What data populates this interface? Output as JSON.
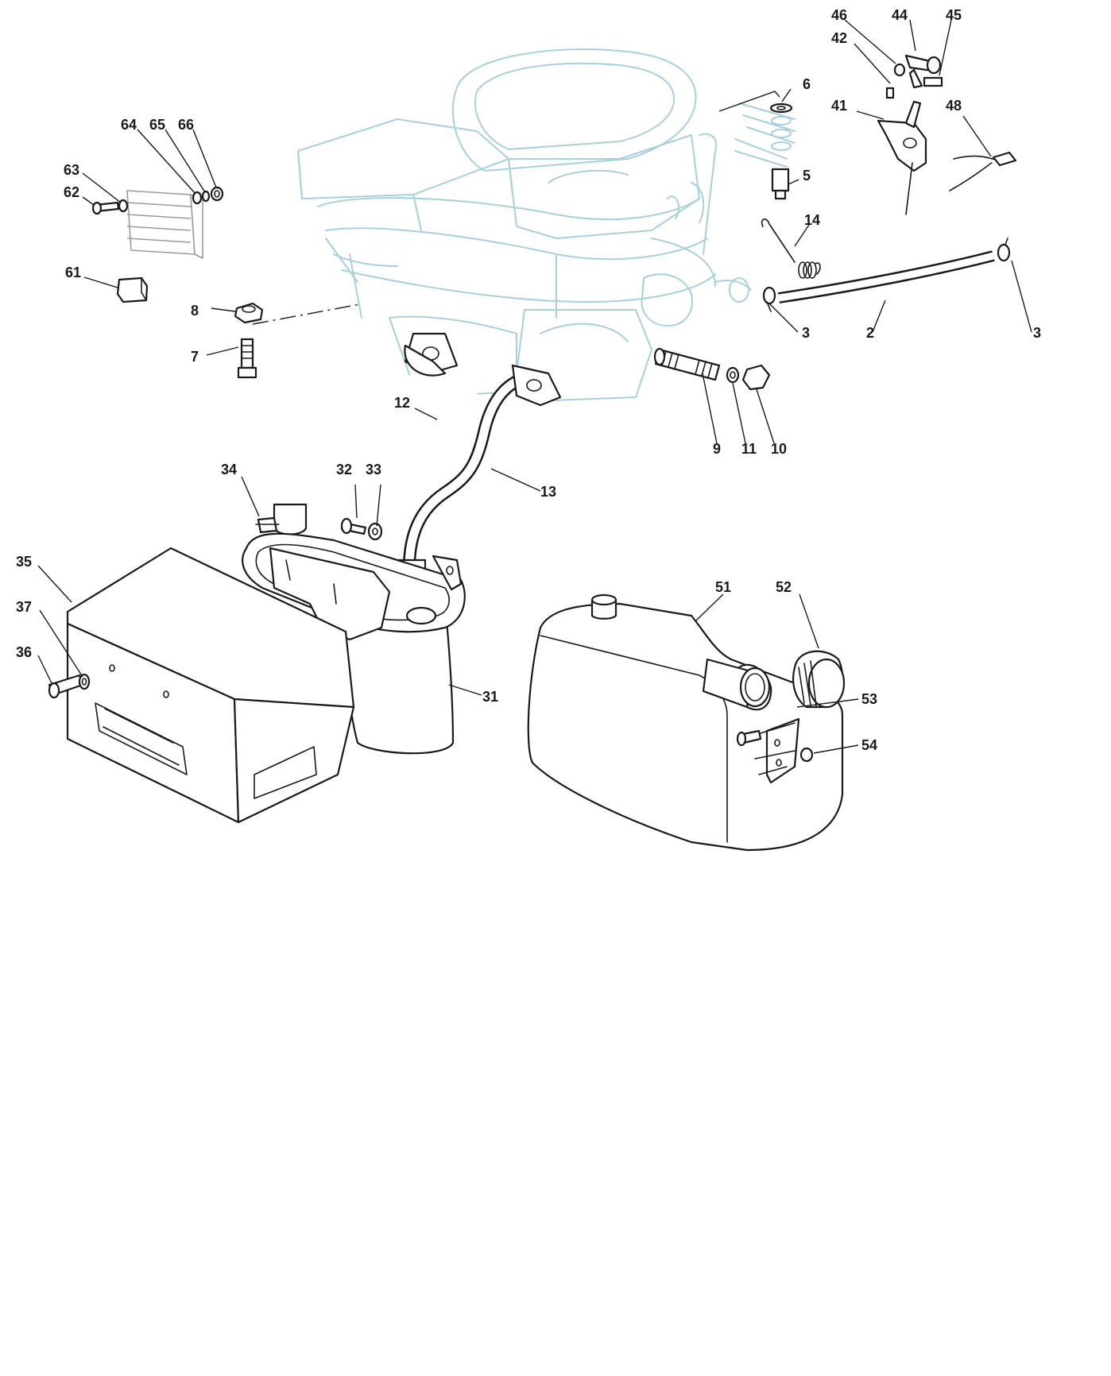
{
  "diagram": {
    "callouts": {
      "c2": "2",
      "c3a": "3",
      "c3b": "3",
      "c5": "5",
      "c6": "6",
      "c7": "7",
      "c8": "8",
      "c9": "9",
      "c10": "10",
      "c11": "11",
      "c12": "12",
      "c13": "13",
      "c14": "14",
      "c31": "31",
      "c32": "32",
      "c33": "33",
      "c34": "34",
      "c35": "35",
      "c36": "36",
      "c37": "37",
      "c41": "41",
      "c42": "42",
      "c44": "44",
      "c45": "45",
      "c46": "46",
      "c48": "48",
      "c51": "51",
      "c52": "52",
      "c53": "53",
      "c54": "54",
      "c61": "61",
      "c62": "62",
      "c63": "63",
      "c64": "64",
      "c65": "65",
      "c66": "66"
    },
    "colors": {
      "engine_outline": "#a9cfdb",
      "part_line": "#1a1a1a",
      "background": "#ffffff"
    }
  }
}
